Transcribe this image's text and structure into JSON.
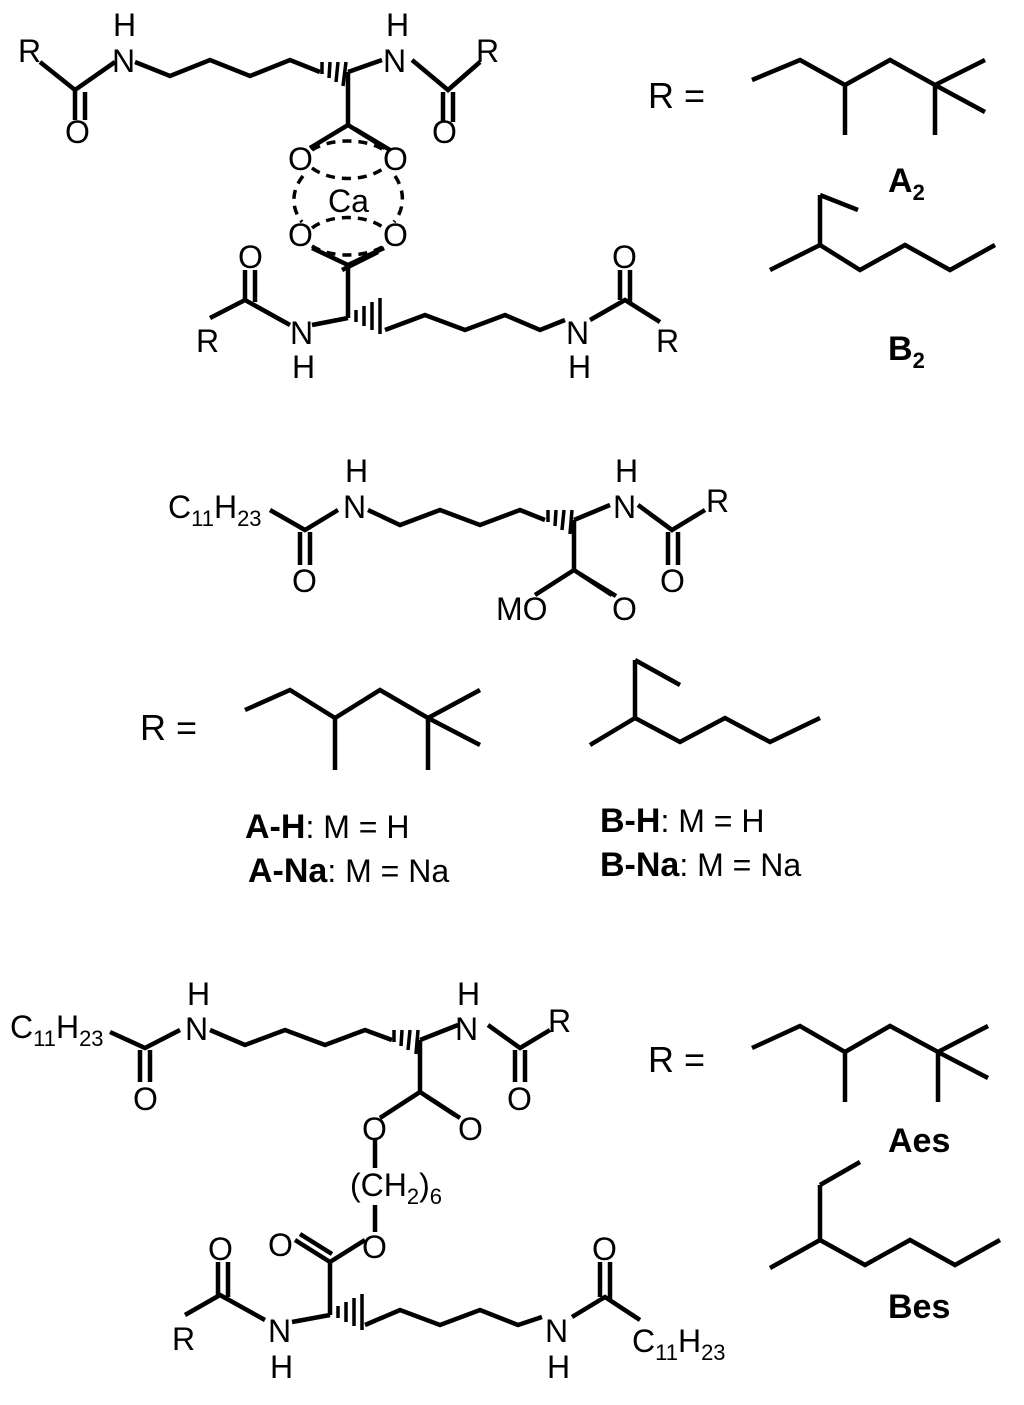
{
  "figure": {
    "atoms": {
      "R": "R",
      "NH_N": "N",
      "NH_H": "H",
      "O": "O",
      "Ca": "Ca",
      "MO": "MO",
      "C11H23_C": "C",
      "C11H23_11": "11",
      "C11H23_H": "H",
      "C11H23_23": "23",
      "CH2_open": "(CH",
      "CH2_2": "2",
      "CH2_close": ")",
      "CH2_6": "6"
    },
    "r_equals": "R =",
    "labels": {
      "A2_main": "A",
      "A2_sub": "2",
      "B2_main": "B",
      "B2_sub": "2",
      "AH_bold": "A-H",
      "AH_rest": ": M = H",
      "ANa_bold": "A-Na",
      "ANa_rest": ": M = Na",
      "BH_bold": "B-H",
      "BH_rest": ": M = H",
      "BNa_bold": "B-Na",
      "BNa_rest": ": M = Na",
      "Aes": "Aes",
      "Bes": "Bes"
    }
  }
}
